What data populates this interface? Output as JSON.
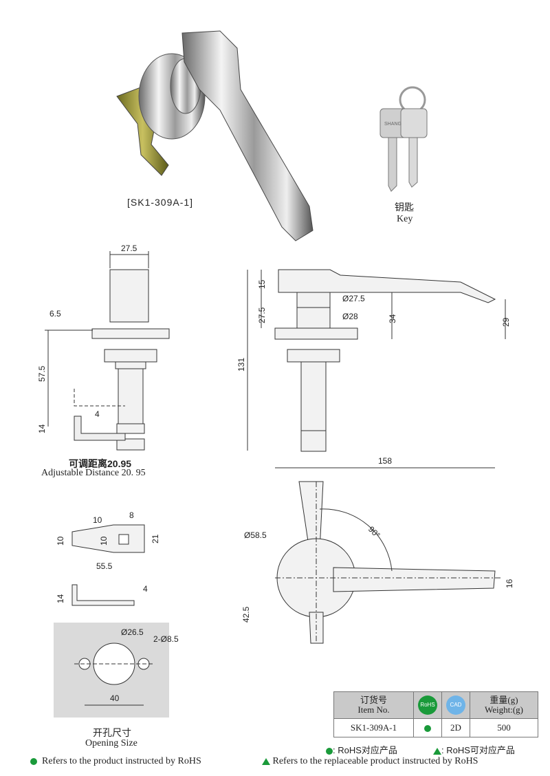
{
  "product_label": "[SK1-309A-1]",
  "key_label_cn": "钥匙",
  "key_label_en": "Key",
  "key_blade_text": "SHANG",
  "front_view": {
    "width_27_5": "27.5",
    "dim_6_5": "6.5",
    "dim_57_5": "57.5",
    "dim_4": "4",
    "dim_14": "14",
    "adjustable_cn": "可调距离20.95",
    "adjustable_en": "Adjustable Distance  20. 95"
  },
  "side_view": {
    "dim_15": "15",
    "dim_27_5": "27.5",
    "dia_27_5": "Ø27.5",
    "dia_28": "Ø28",
    "dim_34": "34",
    "dim_29": "29",
    "dim_131": "131"
  },
  "cam": {
    "dim_10a": "10",
    "dim_8": "8",
    "dim_10b": "10",
    "dim_10c": "10",
    "dim_21": "21",
    "dim_55_5": "55.5",
    "dim_14": "14",
    "dim_4": "4"
  },
  "top_view": {
    "dim_158": "158",
    "rot_90": "90°",
    "dia_58_5": "Ø58.5",
    "dim_16": "16",
    "dim_42_5": "42.5"
  },
  "opening": {
    "dia_26_5": "Ø26.5",
    "holes": "2-Ø8.5",
    "dim_40": "40",
    "label_cn": "开孔尺寸",
    "label_en": "Opening Size"
  },
  "table": {
    "col_item_cn": "订货号",
    "col_item_en": "Item No.",
    "col_rohs": "RoHS",
    "col_cad": "CAD",
    "col_weight_cn": "重量(g)",
    "col_weight_en": "Weight:(g)",
    "item_no": "SK1-309A-1",
    "cad_value": "2D",
    "weight_value": "500"
  },
  "legend": {
    "rohs_cn": ": RoHS对应产品",
    "rohs_replace_cn": ": RoHS可对应产品",
    "rohs_en": "Refers to the product instructed by RoHS",
    "rohs_replace_en": "Refers to the replaceable product instructed by RoHS"
  },
  "colors": {
    "rohs_green": "#1a9a3a",
    "table_header": "#c9c9c9",
    "opening_bg": "#dadada"
  }
}
